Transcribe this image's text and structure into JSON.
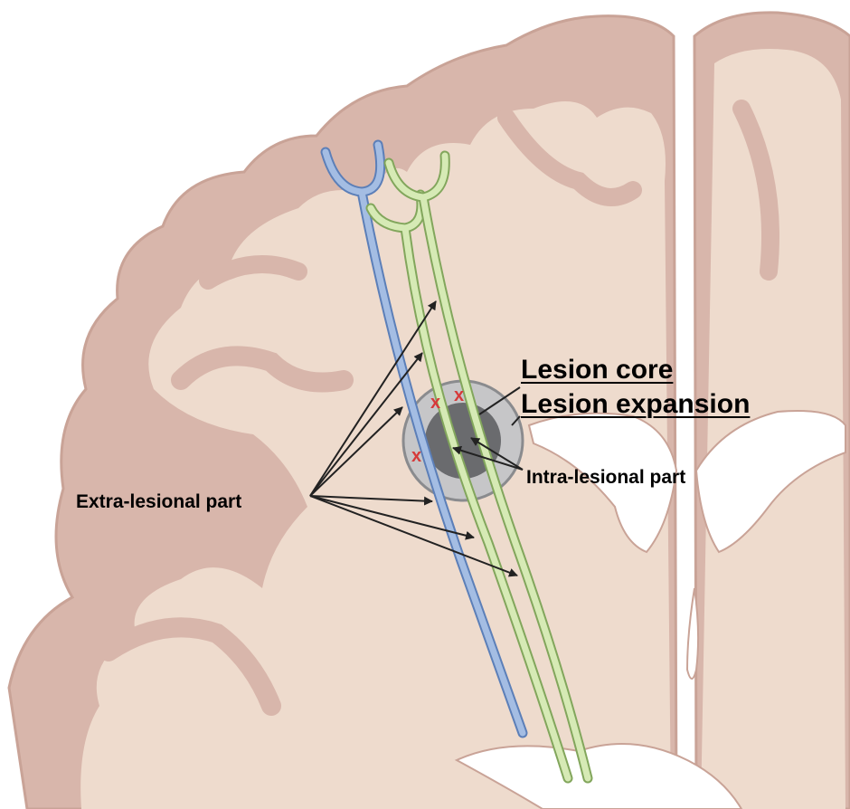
{
  "labels": {
    "lesion_core": "Lesion core",
    "lesion_expansion": "Lesion expansion",
    "intra_lesional": "Intra-lesional part",
    "extra_lesional": "Extra-lesional part"
  },
  "markers": {
    "interruption_symbol": "x"
  },
  "colors": {
    "gray_matter": "#d8b6ab",
    "white_matter": "#eedbcd",
    "outline": "#c9a397",
    "ventricle": "#ffffff",
    "lesion_expansion": "#c6c6c8",
    "lesion_core": "#6a6b6e",
    "tract_blue": "#a4bde3",
    "tract_blue_edge": "#5c7fb8",
    "tract_green": "#d6eab5",
    "tract_green_edge": "#82a65c",
    "interruption": "#d63a3a",
    "arrow": "#222222"
  }
}
